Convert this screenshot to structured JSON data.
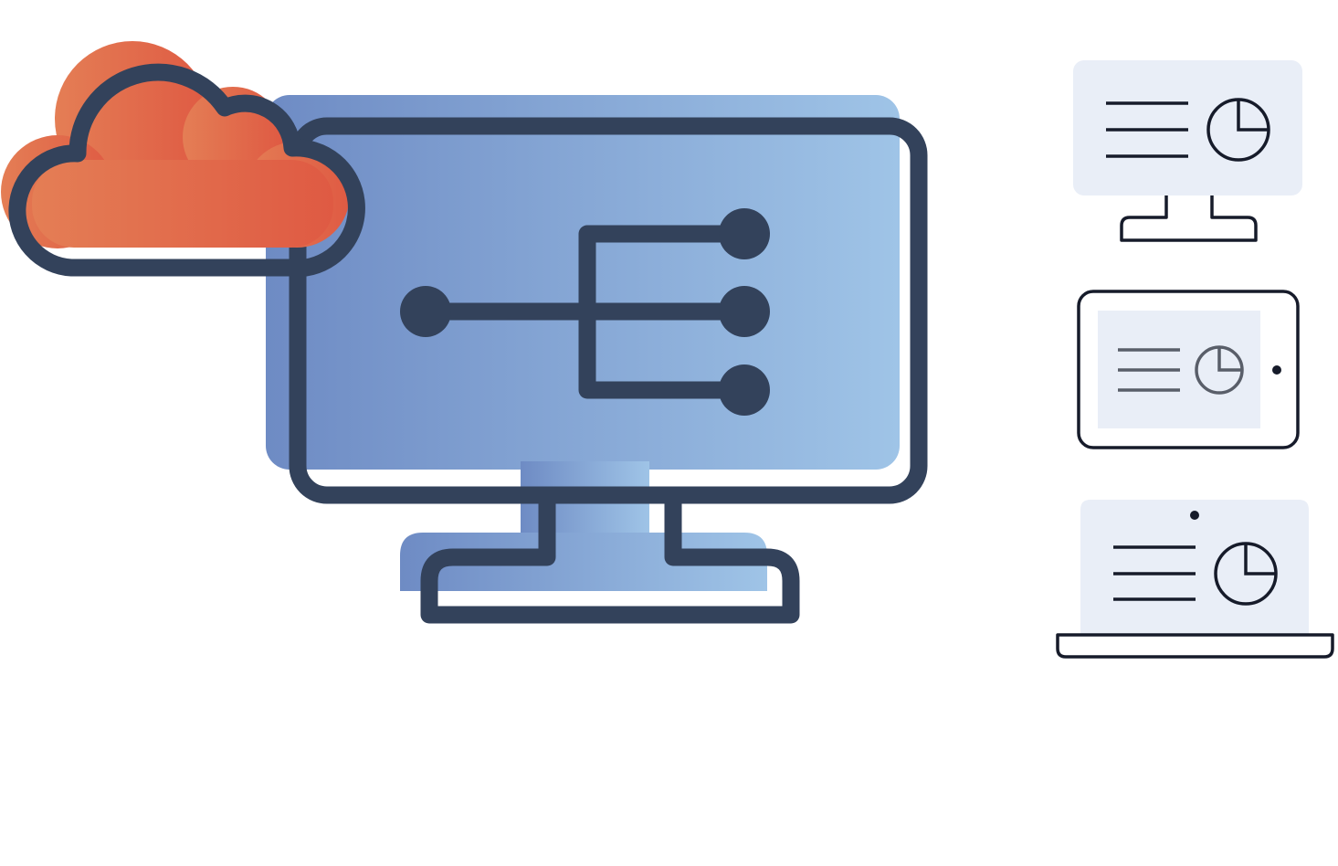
{
  "scene": {
    "title": "",
    "colors": {
      "background": "#ffffff",
      "outline_dark": "#33425b",
      "screen_gradient_start": "#6e8bc4",
      "screen_gradient_end": "#9fc4e7",
      "cloud_gradient_start": "#e47e55",
      "cloud_gradient_end": "#df5a43",
      "device_fill": "#e9eef7",
      "device_outline": "#161b2a",
      "tablet_glyph": "#595e69"
    },
    "icons": {
      "main": "desktop-monitor-network-icon",
      "cloud": "cloud-icon",
      "network": "network-tree-icon",
      "devices": [
        "desktop-device-icon",
        "tablet-device-icon",
        "laptop-device-icon"
      ],
      "content_glyphs": [
        "text-lines-icon",
        "pie-chart-icon"
      ]
    },
    "network": {
      "source_nodes": 1,
      "target_nodes": 3
    },
    "devices_count": 3
  }
}
